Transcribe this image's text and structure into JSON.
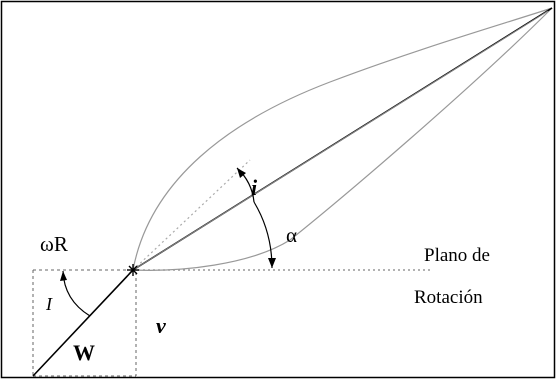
{
  "labels": {
    "omega_r": "ωR",
    "inflow_angle": "I",
    "relative_velocity": "W",
    "axial_velocity": "v",
    "incidence": "i",
    "attack_angle": "α",
    "plane_line1": "Plano de",
    "plane_line2": "Rotación"
  }
}
